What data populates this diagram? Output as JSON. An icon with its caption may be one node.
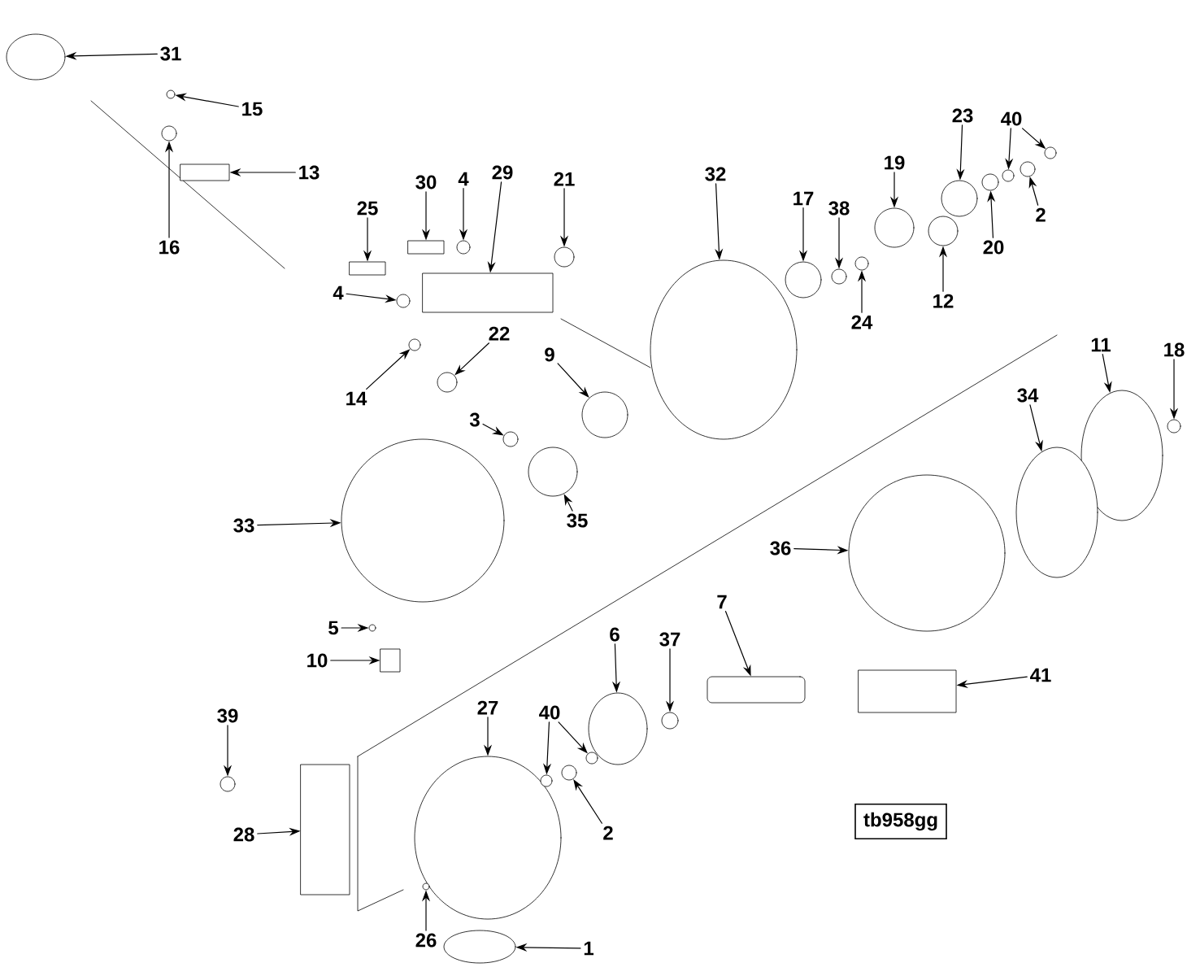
{
  "diagram": {
    "nodes": [
      {
        "text": [
          "31"
        ]
      },
      {
        "text": [
          "15"
        ]
      },
      {
        "text": [
          "13"
        ]
      },
      {
        "text": [
          "30"
        ]
      },
      {
        "text": [
          "29"
        ]
      },
      {
        "text": [
          "32"
        ]
      },
      {
        "text": [
          "19"
        ]
      },
      {
        "text": [
          "23"
        ]
      },
      {
        "text": [
          "40"
        ]
      },
      {
        "text": [
          "21"
        ]
      },
      {
        "text": [
          "25"
        ]
      },
      {
        "text": [
          "4"
        ]
      },
      {
        "text": [
          "17"
        ]
      },
      {
        "text": [
          "38"
        ]
      },
      {
        "text": [
          "2"
        ]
      },
      {
        "text": [
          "16"
        ]
      },
      {
        "text": [
          "20"
        ]
      },
      {
        "text": [
          "4"
        ]
      },
      {
        "text": [
          "12"
        ]
      },
      {
        "text": [
          "24"
        ]
      },
      {
        "text": [
          "22"
        ]
      },
      {
        "text": [
          "11"
        ]
      },
      {
        "text": [
          "18"
        ]
      },
      {
        "text": [
          "9"
        ]
      },
      {
        "text": [
          "34"
        ]
      },
      {
        "text": [
          "14"
        ]
      },
      {
        "text": [
          "3"
        ]
      },
      {
        "text": [
          "35"
        ]
      },
      {
        "text": [
          "33"
        ]
      },
      {
        "text": [
          "36"
        ]
      },
      {
        "text": [
          "7"
        ]
      },
      {
        "text": [
          "5"
        ]
      },
      {
        "text": [
          "6"
        ]
      },
      {
        "text": [
          "37"
        ]
      },
      {
        "text": [
          "10"
        ]
      },
      {
        "text": [
          "41"
        ]
      },
      {
        "text": [
          "27"
        ]
      },
      {
        "text": [
          "40"
        ]
      },
      {
        "text": [
          "39"
        ]
      },
      {
        "text": [
          "2"
        ]
      },
      {
        "text": [
          "28"
        ]
      },
      {
        "text": [
          "tb958gg"
        ]
      },
      {
        "text": [
          "26"
        ]
      },
      {
        "text": [
          "1"
        ]
      },
      {
        "text": [],
        "shape": "circle"
      },
      {
        "text": [],
        "shape": "circle"
      },
      {
        "text": [],
        "shape": "box"
      },
      {
        "text": [],
        "shape": "box"
      },
      {
        "text": [],
        "shape": "box"
      },
      {
        "text": [],
        "shape": "circle"
      },
      {
        "text": [],
        "shape": "circle"
      },
      {
        "text": [],
        "shape": "circle"
      },
      {
        "text": [],
        "shape": "circle"
      },
      {
        "text": [],
        "shape": "circle"
      },
      {
        "text": [],
        "shape": "circle"
      },
      {
        "text": [],
        "shape": "box"
      },
      {
        "text": [],
        "shape": "circle"
      },
      {
        "text": [],
        "shape": "circle"
      },
      {
        "text": [],
        "shape": "circle"
      },
      {
        "text": [],
        "shape": "circle"
      },
      {
        "text": [],
        "shape": "circle"
      },
      {
        "text": [],
        "shape": "circle"
      },
      {
        "text": [],
        "shape": "circle"
      },
      {
        "text": [],
        "shape": "circle"
      },
      {
        "text": [],
        "shape": "circle"
      },
      {
        "text": [],
        "shape": "circle"
      },
      {
        "text": [],
        "shape": "circle"
      },
      {
        "text": [],
        "shape": "circle"
      },
      {
        "text": [],
        "shape": "circle"
      },
      {
        "text": [],
        "shape": "circle"
      },
      {
        "text": [],
        "shape": "circle"
      },
      {
        "text": [],
        "shape": "circle"
      },
      {
        "text": [],
        "shape": "circle"
      },
      {
        "text": [],
        "shape": "circle"
      },
      {
        "text": [],
        "shape": "circle"
      },
      {
        "text": [],
        "shape": "bar"
      },
      {
        "text": [],
        "shape": "circle"
      },
      {
        "text": [],
        "shape": "circle"
      },
      {
        "text": [],
        "shape": "circle"
      },
      {
        "text": [],
        "shape": "box"
      },
      {
        "text": [],
        "shape": "box"
      },
      {
        "text": [],
        "shape": "circle"
      },
      {
        "text": [],
        "shape": "circle"
      },
      {
        "text": [],
        "shape": "circle"
      },
      {
        "text": [],
        "shape": "circle"
      },
      {
        "text": [],
        "shape": "circle"
      },
      {
        "text": [],
        "shape": "box"
      },
      {
        "text": [],
        "shape": "circle"
      },
      {
        "text": [],
        "shape": "circle"
      }
    ],
    "edges": [
      {
        "from": 0,
        "to": 44,
        "arrow": "to"
      },
      {
        "from": 1,
        "to": 45,
        "arrow": "to"
      },
      {
        "from": 2,
        "to": 46,
        "arrow": "to"
      },
      {
        "from": 3,
        "to": 47,
        "arrow": "to"
      },
      {
        "from": 4,
        "to": 48,
        "arrow": "to"
      },
      {
        "from": 5,
        "to": 49,
        "arrow": "to"
      },
      {
        "from": 6,
        "to": 50,
        "arrow": "to"
      },
      {
        "from": 7,
        "to": 51,
        "arrow": "to"
      },
      {
        "from": 8,
        "to": 52,
        "arrow": "to"
      },
      {
        "from": 8,
        "to": 53,
        "arrow": "to"
      },
      {
        "from": 9,
        "to": 54,
        "arrow": "to"
      },
      {
        "from": 10,
        "to": 55,
        "arrow": "to"
      },
      {
        "from": 11,
        "to": 56,
        "arrow": "to"
      },
      {
        "from": 12,
        "to": 57,
        "arrow": "to"
      },
      {
        "from": 13,
        "to": 58,
        "arrow": "to"
      },
      {
        "from": 14,
        "to": 59,
        "arrow": "to"
      },
      {
        "from": 15,
        "to": 60,
        "arrow": "to"
      },
      {
        "from": 16,
        "to": 61,
        "arrow": "to"
      },
      {
        "from": 17,
        "to": 62,
        "arrow": "to"
      },
      {
        "from": 18,
        "to": 63,
        "arrow": "to"
      },
      {
        "from": 19,
        "to": 64,
        "arrow": "to"
      },
      {
        "from": 20,
        "to": 65,
        "arrow": "to"
      },
      {
        "from": 21,
        "to": 66,
        "arrow": "to"
      },
      {
        "from": 22,
        "to": 67,
        "arrow": "to"
      },
      {
        "from": 23,
        "to": 68,
        "arrow": "to"
      },
      {
        "from": 24,
        "to": 69,
        "arrow": "to"
      },
      {
        "from": 25,
        "to": 70,
        "arrow": "to"
      },
      {
        "from": 26,
        "to": 71,
        "arrow": "to"
      },
      {
        "from": 27,
        "to": 72,
        "arrow": "to"
      },
      {
        "from": 28,
        "to": 73,
        "arrow": "to"
      },
      {
        "from": 29,
        "to": 74,
        "arrow": "to"
      },
      {
        "from": 30,
        "to": 75,
        "arrow": "to"
      },
      {
        "from": 31,
        "to": 76,
        "arrow": "to"
      },
      {
        "from": 32,
        "to": 77,
        "arrow": "to"
      },
      {
        "from": 33,
        "to": 78,
        "arrow": "to"
      },
      {
        "from": 34,
        "to": 79,
        "arrow": "to"
      },
      {
        "from": 35,
        "to": 80,
        "arrow": "to"
      },
      {
        "from": 36,
        "to": 81,
        "arrow": "to"
      },
      {
        "from": 37,
        "to": 82,
        "arrow": "to"
      },
      {
        "from": 37,
        "to": 83,
        "arrow": "to"
      },
      {
        "from": 38,
        "to": 84,
        "arrow": "to"
      },
      {
        "from": 39,
        "to": 85,
        "arrow": "to"
      },
      {
        "from": 40,
        "to": 86,
        "arrow": "to"
      },
      {
        "from": 42,
        "to": 87,
        "arrow": "to"
      },
      {
        "from": 43,
        "to": 88,
        "arrow": "to"
      }
    ]
  }
}
